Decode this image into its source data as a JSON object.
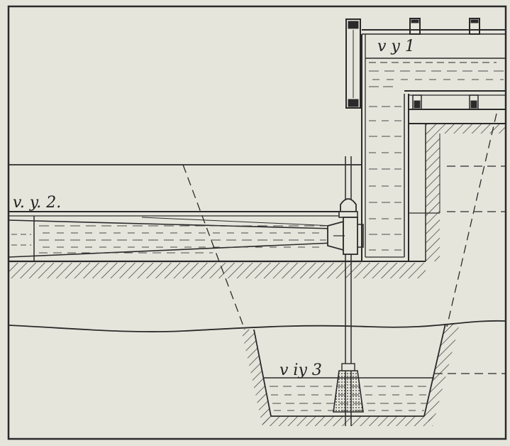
{
  "figure": {
    "labels": {
      "vy1": "v y 1",
      "vy2": "v. y. 2.",
      "vy3": "v iy 3"
    },
    "colors": {
      "paper": "#e6e5dc",
      "ink": "#2a2a2a",
      "water_line": "#4a4a4a"
    }
  }
}
